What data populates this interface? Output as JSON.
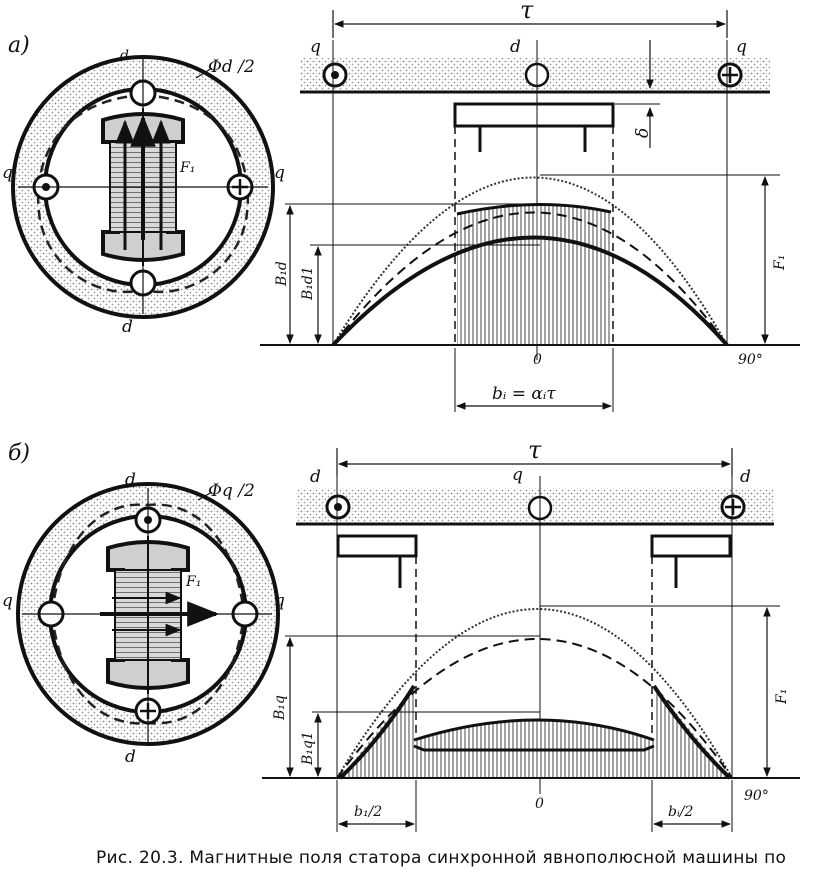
{
  "panel_a": {
    "label": "а)",
    "tau": "τ",
    "top_left": "q",
    "top_mid": "d",
    "top_right": "q",
    "delta": "δ",
    "F1": "F₁",
    "B1d": "B₁d",
    "B1d1": "B₁d1",
    "zero": "0",
    "deg90": "90°",
    "bi_eq": "bᵢ = αᵢτ",
    "ring_top": "d",
    "ring_bottom": "d",
    "ring_left": "q",
    "ring_right": "q",
    "ring_flux": "Φd /2",
    "ring_F1": "F₁"
  },
  "panel_b": {
    "label": "б)",
    "tau": "τ",
    "top_left": "d",
    "top_mid": "q",
    "top_right": "d",
    "F1": "F₁",
    "B1q": "B₁q",
    "B1q1": "B₁q1",
    "zero": "0",
    "deg90": "90°",
    "b1_half": "b₁/2",
    "bi_half": "bᵢ/2",
    "ring_top": "d",
    "ring_bottom": "d",
    "ring_left": "q",
    "ring_right": "q",
    "ring_flux": "Φq /2",
    "ring_F1": "F₁"
  },
  "caption": "Рис. 20.3. Магнитные поля статора синхронной явнополюсной машины по"
}
